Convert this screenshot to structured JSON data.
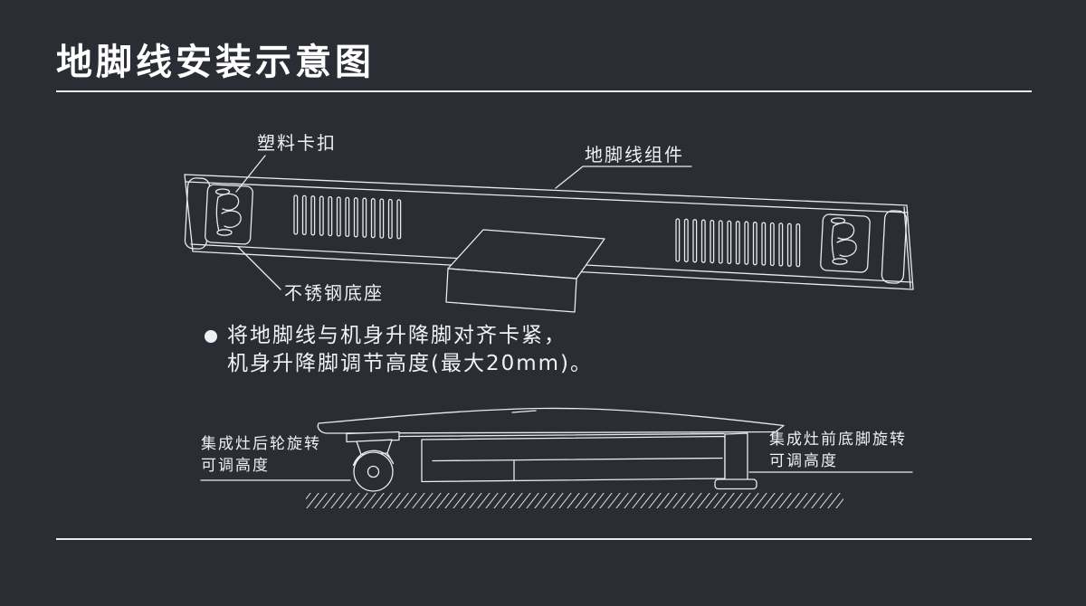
{
  "colors": {
    "background": "#2a2d34",
    "title": "#ffffff",
    "text": "#eef0f2",
    "line": "#e9ebee"
  },
  "header": {
    "title": "地脚线安装示意图"
  },
  "baseboard_diagram": {
    "labels": {
      "plastic_clip": "塑料卡扣",
      "assembly": "地脚线组件",
      "stainless_base": "不锈钢底座"
    }
  },
  "note": {
    "icon": "filled-circle-bullet",
    "line1": "将地脚线与机身升降脚对齐卡紧，",
    "line2": "机身升降脚调节高度(最大20mm)。"
  },
  "stove_diagram": {
    "labels": {
      "rear_wheel_line1": "集成灶后轮旋转",
      "rear_wheel_line2": "可调高度",
      "front_foot_line1": "集成灶前底脚旋转",
      "front_foot_line2": "可调高度"
    }
  }
}
